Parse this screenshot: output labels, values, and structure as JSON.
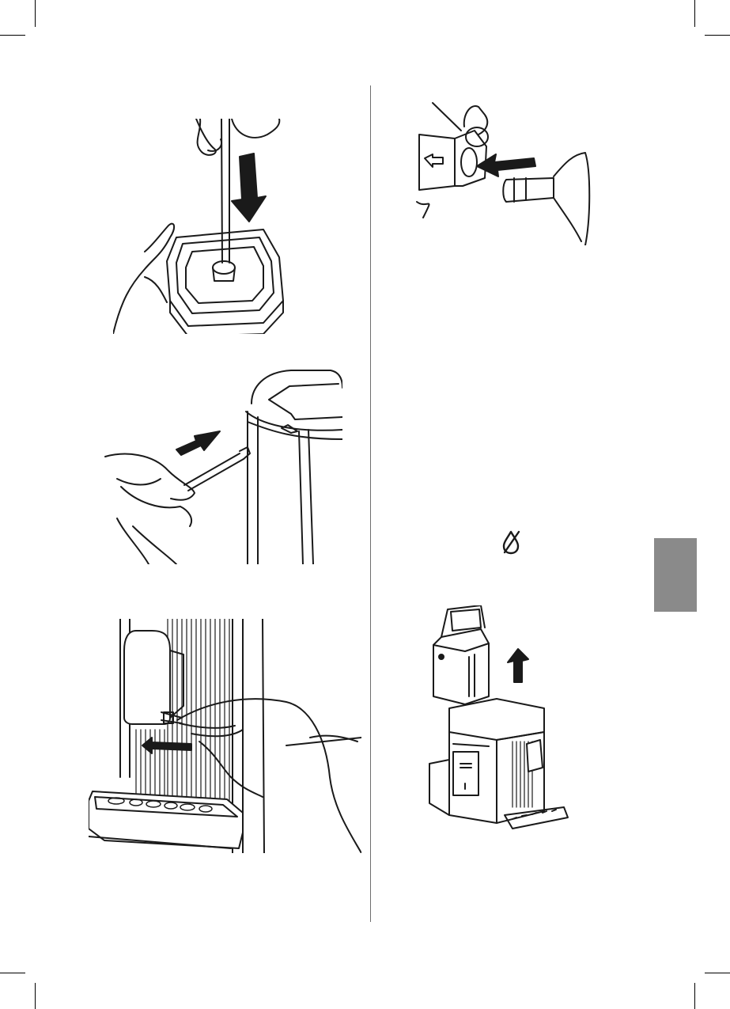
{
  "page": {
    "background": "#ffffff",
    "line_color": "#1a1a1a",
    "tab_color": "#8a8a8a",
    "divider_color": "#6e6e6e"
  },
  "figures": [
    {
      "id": "fig-water-tank-filter-insert",
      "icon": "hand-pushing-rod-into-tank"
    },
    {
      "id": "fig-hose-into-tank",
      "icon": "hand-inserting-hose"
    },
    {
      "id": "fig-hose-into-machine",
      "icon": "hand-connecting-hose"
    },
    {
      "id": "fig-valve-connection",
      "icon": "valve-and-hose"
    },
    {
      "id": "fig-remove-tank",
      "icon": "machine-with-tank-lifted"
    }
  ],
  "icons": {
    "no-water-icon": "water-drop-crossed",
    "side-tab": "chapter-tab"
  }
}
